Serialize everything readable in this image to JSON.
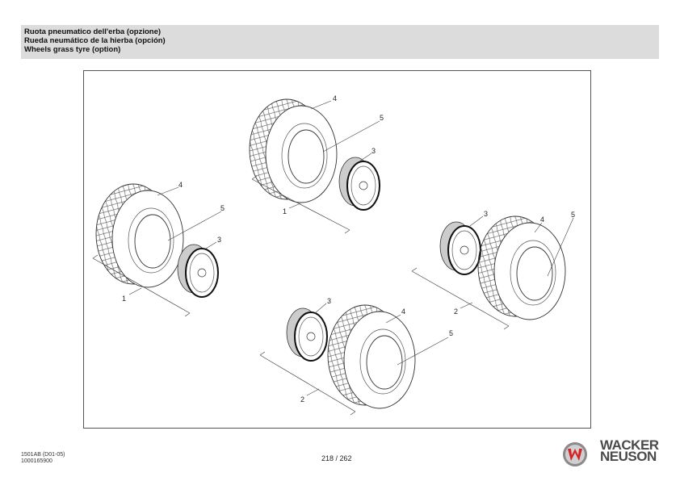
{
  "header": {
    "titles": [
      "Ruota pneumatico dell'erba (opzione)",
      "Rueda neumático de la hierba (opción)",
      "Wheels grass tyre (option)"
    ]
  },
  "diagram": {
    "groups": [
      {
        "labels": {
          "tire": "4",
          "valve": "5",
          "rim": "3",
          "assembly": "1"
        }
      },
      {
        "labels": {
          "tire": "4",
          "valve": "5",
          "rim": "3",
          "assembly": "1"
        }
      },
      {
        "labels": {
          "tire": "4",
          "valve": "5",
          "rim": "3",
          "assembly": "2"
        }
      },
      {
        "labels": {
          "tire": "4",
          "valve": "5",
          "rim": "3",
          "assembly": "2"
        }
      }
    ]
  },
  "footer": {
    "doc_code": "1501AB (D01-05)",
    "part_number": "1000165900",
    "page": "218 / 262",
    "brand_line1": "WACKER",
    "brand_line2": "NEUSON"
  },
  "colors": {
    "header_bg": "#dcdcdc",
    "logo_red": "#d4242a",
    "logo_gray": "#6d6d6d"
  }
}
